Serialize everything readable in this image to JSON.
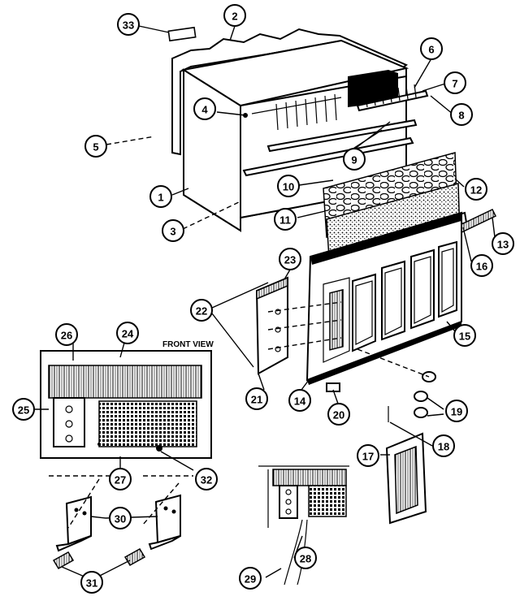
{
  "front_view_label": "FRONT VIEW",
  "callouts": [
    {
      "id": "33",
      "label": "33"
    },
    {
      "id": "2",
      "label": "2"
    },
    {
      "id": "6",
      "label": "6"
    },
    {
      "id": "7",
      "label": "7"
    },
    {
      "id": "8",
      "label": "8"
    },
    {
      "id": "4",
      "label": "4"
    },
    {
      "id": "5",
      "label": "5"
    },
    {
      "id": "9",
      "label": "9"
    },
    {
      "id": "10",
      "label": "10"
    },
    {
      "id": "12",
      "label": "12"
    },
    {
      "id": "1",
      "label": "1"
    },
    {
      "id": "11",
      "label": "11"
    },
    {
      "id": "13",
      "label": "13"
    },
    {
      "id": "3",
      "label": "3"
    },
    {
      "id": "16",
      "label": "16"
    },
    {
      "id": "23",
      "label": "23"
    },
    {
      "id": "22",
      "label": "22"
    },
    {
      "id": "15",
      "label": "15"
    },
    {
      "id": "26",
      "label": "26"
    },
    {
      "id": "24",
      "label": "24"
    },
    {
      "id": "25",
      "label": "25"
    },
    {
      "id": "21",
      "label": "21"
    },
    {
      "id": "14",
      "label": "14"
    },
    {
      "id": "20",
      "label": "20"
    },
    {
      "id": "19",
      "label": "19"
    },
    {
      "id": "27",
      "label": "27"
    },
    {
      "id": "32",
      "label": "32"
    },
    {
      "id": "18",
      "label": "18"
    },
    {
      "id": "17",
      "label": "17"
    },
    {
      "id": "30",
      "label": "30"
    },
    {
      "id": "31",
      "label": "31"
    },
    {
      "id": "28",
      "label": "28"
    },
    {
      "id": "29",
      "label": "29"
    }
  ]
}
